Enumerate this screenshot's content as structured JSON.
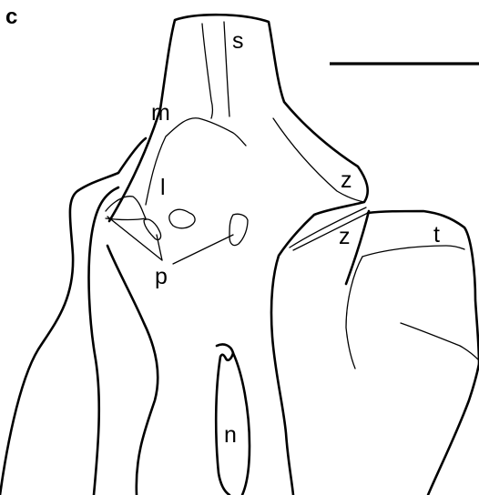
{
  "panel_label": "c",
  "labels": {
    "s": "s",
    "m": "m",
    "l": "l",
    "z_upper": "z",
    "z_lower": "z",
    "t": "t",
    "p": "p",
    "n": "n"
  }
}
